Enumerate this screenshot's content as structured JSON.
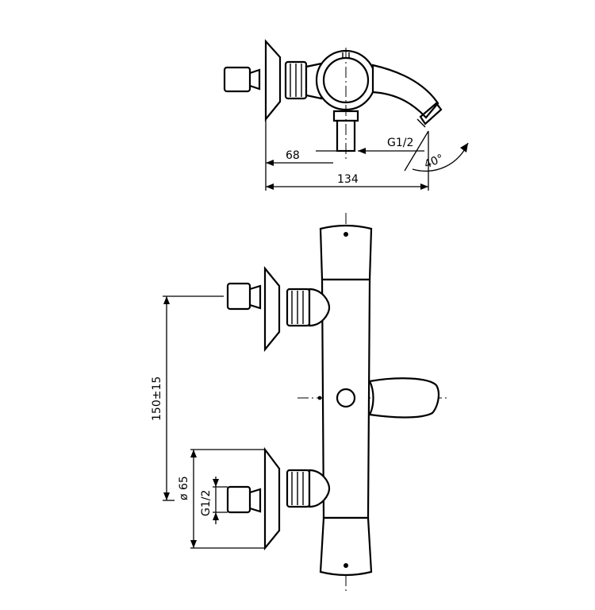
{
  "top_view": {
    "dim_68": "68",
    "dim_134": "134",
    "dim_thread": "G1/2",
    "dim_angle": "40°"
  },
  "front_view": {
    "dim_spacing": "150±15",
    "dim_diameter": "ø 65",
    "dim_thread": "G1/2"
  }
}
